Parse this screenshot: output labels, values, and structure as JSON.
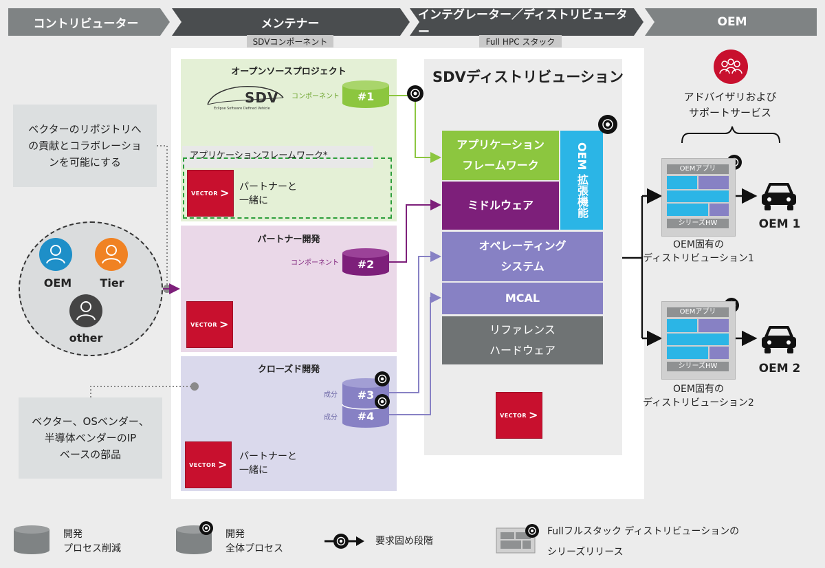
{
  "header": {
    "contributor": "コントリビューター",
    "maintainer": "メンテナー",
    "integrator": "インテグレーター／ディストリビューター",
    "oem": "OEM",
    "maintainer_sub": "SDVコンポーネント",
    "integrator_sub": "Full HPC スタック"
  },
  "notes": {
    "enable_line1": "ベクターのリポジトリへ",
    "enable_line2": "の貢献とコラボレーショ",
    "enable_line3": "ンを可能にする",
    "ip_line1": "ベクター、OSベンダー、",
    "ip_line2": "半導体ベンダーのIP",
    "ip_line3": "ベースの部品"
  },
  "contributors": {
    "oem": "OEM",
    "tier": "Tier",
    "other": "other"
  },
  "maintainer": {
    "oss_title": "オープンソースプロジェクト",
    "sdv_logo": "SDV",
    "sdv_logo_sub": "Eclipse Software Defined Vehicle",
    "oss_component_label": "コンポーネント",
    "oss_component": "#1",
    "appfw_title": "アプリケーションフレームワーク*",
    "partner_line1": "パートナーと",
    "partner_line2": "一緒に",
    "partner_title": "パートナー開発",
    "partner_component_label": "コンポーネント",
    "partner_component": "#2",
    "closed_title": "クローズド開発",
    "closed_label3": "成分",
    "closed_label4": "成分",
    "closed_component3": "#3",
    "closed_component4": "#4",
    "partner2_line1": "パートナーと",
    "partner2_line2": "一緒に",
    "vector_logo": "VECTOR"
  },
  "distribution": {
    "title": "SDVディストリビューション",
    "appfw_line1": "アプリケーション",
    "appfw_line2": "フレームワーク",
    "oem_ext_line1": "OEM",
    "oem_ext_line2": "拡張機能",
    "middleware": "ミドルウェア",
    "os_line1": "オペレーティング",
    "os_line2": "システム",
    "mcal": "MCAL",
    "ref_line1": "リファレンス",
    "ref_line2": "ハードウェア"
  },
  "oem_side": {
    "advisory_line1": "アドバイザリおよび",
    "advisory_line2": "サポートサービス",
    "stack_app": "OEMアプリ",
    "stack_hw": "シリーズHW",
    "oem1": "OEM 1",
    "oem2": "OEM 2",
    "dist1_line1": "OEM固有の",
    "dist1_line2": "ディストリビューション1",
    "dist2_line1": "OEM固有の",
    "dist2_line2": "ディストリビューション2"
  },
  "legend": {
    "dev_line1": "開発",
    "dev_line2": "プロセス削減",
    "full_line1": "開発",
    "full_line2": "全体プロセス",
    "milestone": "要求固め段階",
    "series_line1": "Fullフルスタック ディストリビューションの",
    "series_line2": "シリーズリリース"
  },
  "colors": {
    "green": "#8cc63f",
    "purple": "#7d1f7a",
    "lavender": "#8781c4",
    "blue": "#2bb5e6",
    "gray": "#6f7374",
    "red": "#c8102e"
  }
}
